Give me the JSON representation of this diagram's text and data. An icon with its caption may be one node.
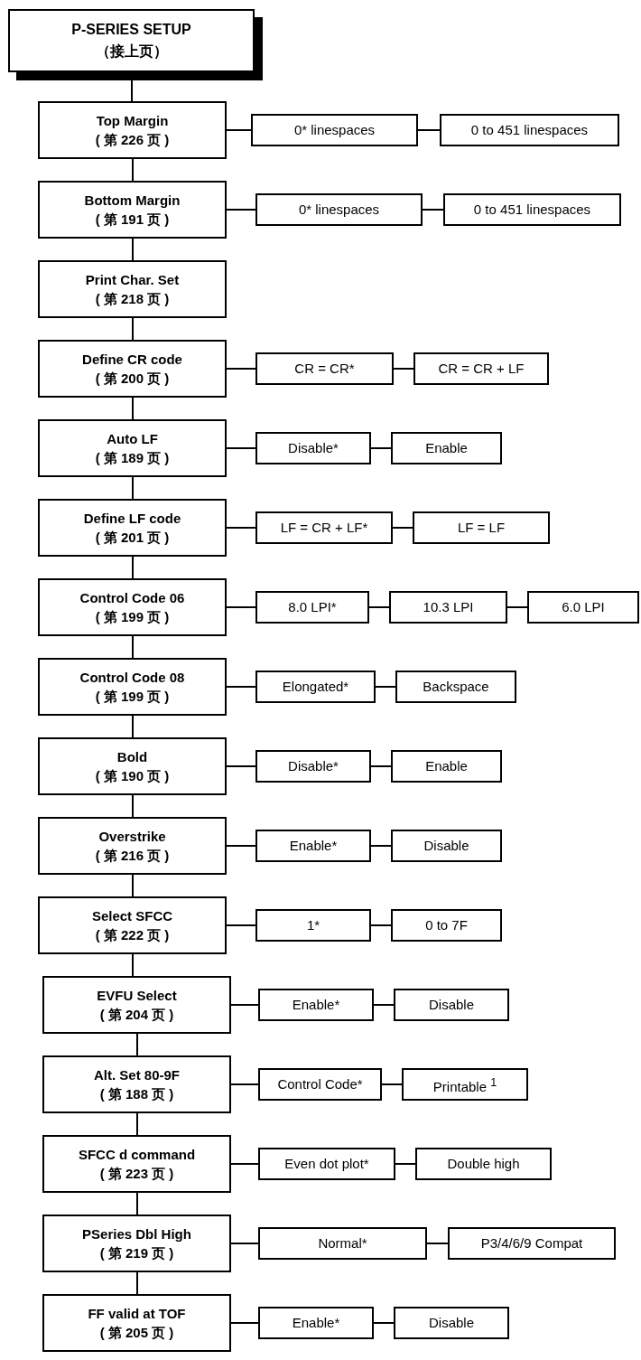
{
  "diagram": {
    "nodes": [
      {
        "text": [
          "P-SERIES SETUP",
          "（接上页）"
        ]
      },
      {
        "text": [
          "Top Margin",
          "( 第 226 页 )"
        ]
      },
      {
        "text": [
          "0* linespaces"
        ]
      },
      {
        "text": [
          "0 to 451 linespaces"
        ]
      },
      {
        "text": [
          "Bottom Margin",
          "( 第 191 页 )"
        ]
      },
      {
        "text": [
          "0* linespaces"
        ]
      },
      {
        "text": [
          "0 to 451 linespaces"
        ]
      },
      {
        "text": [
          "Print Char. Set",
          "( 第 218 页 )"
        ]
      },
      {
        "text": [
          "Define CR code",
          "( 第 200 页 )"
        ]
      },
      {
        "text": [
          "CR = CR*"
        ]
      },
      {
        "text": [
          "CR = CR + LF"
        ]
      },
      {
        "text": [
          "Auto LF",
          "( 第 189 页 )"
        ]
      },
      {
        "text": [
          "Disable*"
        ]
      },
      {
        "text": [
          "Enable"
        ]
      },
      {
        "text": [
          "Define LF code",
          "( 第 201 页 )"
        ]
      },
      {
        "text": [
          "LF = CR + LF*"
        ]
      },
      {
        "text": [
          "LF = LF"
        ]
      },
      {
        "text": [
          "Control Code 06",
          "( 第 199 页 )"
        ]
      },
      {
        "text": [
          "8.0 LPI*"
        ]
      },
      {
        "text": [
          "10.3 LPI"
        ]
      },
      {
        "text": [
          "6.0 LPI"
        ]
      },
      {
        "text": [
          "Control Code 08",
          "( 第 199 页 )"
        ]
      },
      {
        "text": [
          "Elongated*"
        ]
      },
      {
        "text": [
          "Backspace"
        ]
      },
      {
        "text": [
          "Bold",
          "( 第 190 页 )"
        ]
      },
      {
        "text": [
          "Disable*"
        ]
      },
      {
        "text": [
          "Enable"
        ]
      },
      {
        "text": [
          "Overstrike",
          "( 第 216 页 )"
        ]
      },
      {
        "text": [
          "Enable*"
        ]
      },
      {
        "text": [
          "Disable"
        ]
      },
      {
        "text": [
          "Select SFCC",
          "( 第 222 页 )"
        ]
      },
      {
        "text": [
          "1*"
        ]
      },
      {
        "text": [
          "0 to 7F"
        ]
      },
      {
        "text": [
          "EVFU Select",
          "( 第 204 页 )"
        ]
      },
      {
        "text": [
          "Enable*"
        ]
      },
      {
        "text": [
          "Disable"
        ]
      },
      {
        "text": [
          "Alt. Set 80-9F",
          "( 第 188 页 )"
        ]
      },
      {
        "text": [
          "Control Code*"
        ]
      },
      {
        "text": [
          "Printable $^{1}$"
        ]
      },
      {
        "text": [
          "SFCC d command",
          "( 第 223 页 )"
        ]
      },
      {
        "text": [
          "Even dot plot*"
        ]
      },
      {
        "text": [
          "Double high"
        ]
      },
      {
        "text": [
          "PSeries Dbl High",
          "( 第 219 页 )"
        ]
      },
      {
        "text": [
          "Normal*"
        ]
      },
      {
        "text": [
          "P3/4/6/9 Compat"
        ]
      },
      {
        "text": [
          "FF valid at TOF",
          "( 第 205 页 )"
        ]
      },
      {
        "text": [
          "Enable*"
        ]
      },
      {
        "text": [
          "Disable"
        ]
      }
    ],
    "edges": [
      {
        "from": 0,
        "to": 1,
        "arrow": "none"
      },
      {
        "from": 1,
        "to": 2,
        "arrow": "none"
      },
      {
        "from": 2,
        "to": 3,
        "arrow": "none"
      },
      {
        "from": 1,
        "to": 4,
        "arrow": "none"
      },
      {
        "from": 4,
        "to": 5,
        "arrow": "none"
      },
      {
        "from": 5,
        "to": 6,
        "arrow": "none"
      },
      {
        "from": 4,
        "to": 7,
        "arrow": "none"
      },
      {
        "from": 7,
        "to": 8,
        "arrow": "none"
      },
      {
        "from": 8,
        "to": 9,
        "arrow": "none"
      },
      {
        "from": 9,
        "to": 10,
        "arrow": "none"
      },
      {
        "from": 8,
        "to": 11,
        "arrow": "none"
      },
      {
        "from": 11,
        "to": 12,
        "arrow": "none"
      },
      {
        "from": 12,
        "to": 13,
        "arrow": "none"
      },
      {
        "from": 11,
        "to": 14,
        "arrow": "none"
      },
      {
        "from": 14,
        "to": 15,
        "arrow": "none"
      },
      {
        "from": 15,
        "to": 16,
        "arrow": "none"
      },
      {
        "from": 14,
        "to": 17,
        "arrow": "none"
      },
      {
        "from": 17,
        "to": 18,
        "arrow": "none"
      },
      {
        "from": 18,
        "to": 19,
        "arrow": "none"
      },
      {
        "from": 19,
        "to": 20,
        "arrow": "none"
      },
      {
        "from": 17,
        "to": 21,
        "arrow": "none"
      },
      {
        "from": 21,
        "to": 22,
        "arrow": "none"
      },
      {
        "from": 22,
        "to": 23,
        "arrow": "none"
      },
      {
        "from": 21,
        "to": 24,
        "arrow": "none"
      },
      {
        "from": 24,
        "to": 25,
        "arrow": "none"
      },
      {
        "from": 25,
        "to": 26,
        "arrow": "none"
      },
      {
        "from": 24,
        "to": 27,
        "arrow": "none"
      },
      {
        "from": 27,
        "to": 28,
        "arrow": "none"
      },
      {
        "from": 28,
        "to": 29,
        "arrow": "none"
      },
      {
        "from": 27,
        "to": 30,
        "arrow": "none"
      },
      {
        "from": 30,
        "to": 31,
        "arrow": "none"
      },
      {
        "from": 31,
        "to": 32,
        "arrow": "none"
      },
      {
        "from": 30,
        "to": 33,
        "arrow": "none"
      },
      {
        "from": 33,
        "to": 34,
        "arrow": "none"
      },
      {
        "from": 34,
        "to": 35,
        "arrow": "none"
      },
      {
        "from": 33,
        "to": 36,
        "arrow": "none"
      },
      {
        "from": 36,
        "to": 37,
        "arrow": "none"
      },
      {
        "from": 37,
        "to": 38,
        "arrow": "none"
      },
      {
        "from": 36,
        "to": 39,
        "arrow": "none"
      },
      {
        "from": 39,
        "to": 40,
        "arrow": "none"
      },
      {
        "from": 40,
        "to": 41,
        "arrow": "none"
      },
      {
        "from": 39,
        "to": 42,
        "arrow": "none"
      },
      {
        "from": 42,
        "to": 43,
        "arrow": "none"
      },
      {
        "from": 43,
        "to": 44,
        "arrow": "none"
      },
      {
        "from": 42,
        "to": 45,
        "arrow": "none"
      },
      {
        "from": 45,
        "to": 46,
        "arrow": "none"
      },
      {
        "from": 46,
        "to": 47,
        "arrow": "none"
      }
    ]
  }
}
